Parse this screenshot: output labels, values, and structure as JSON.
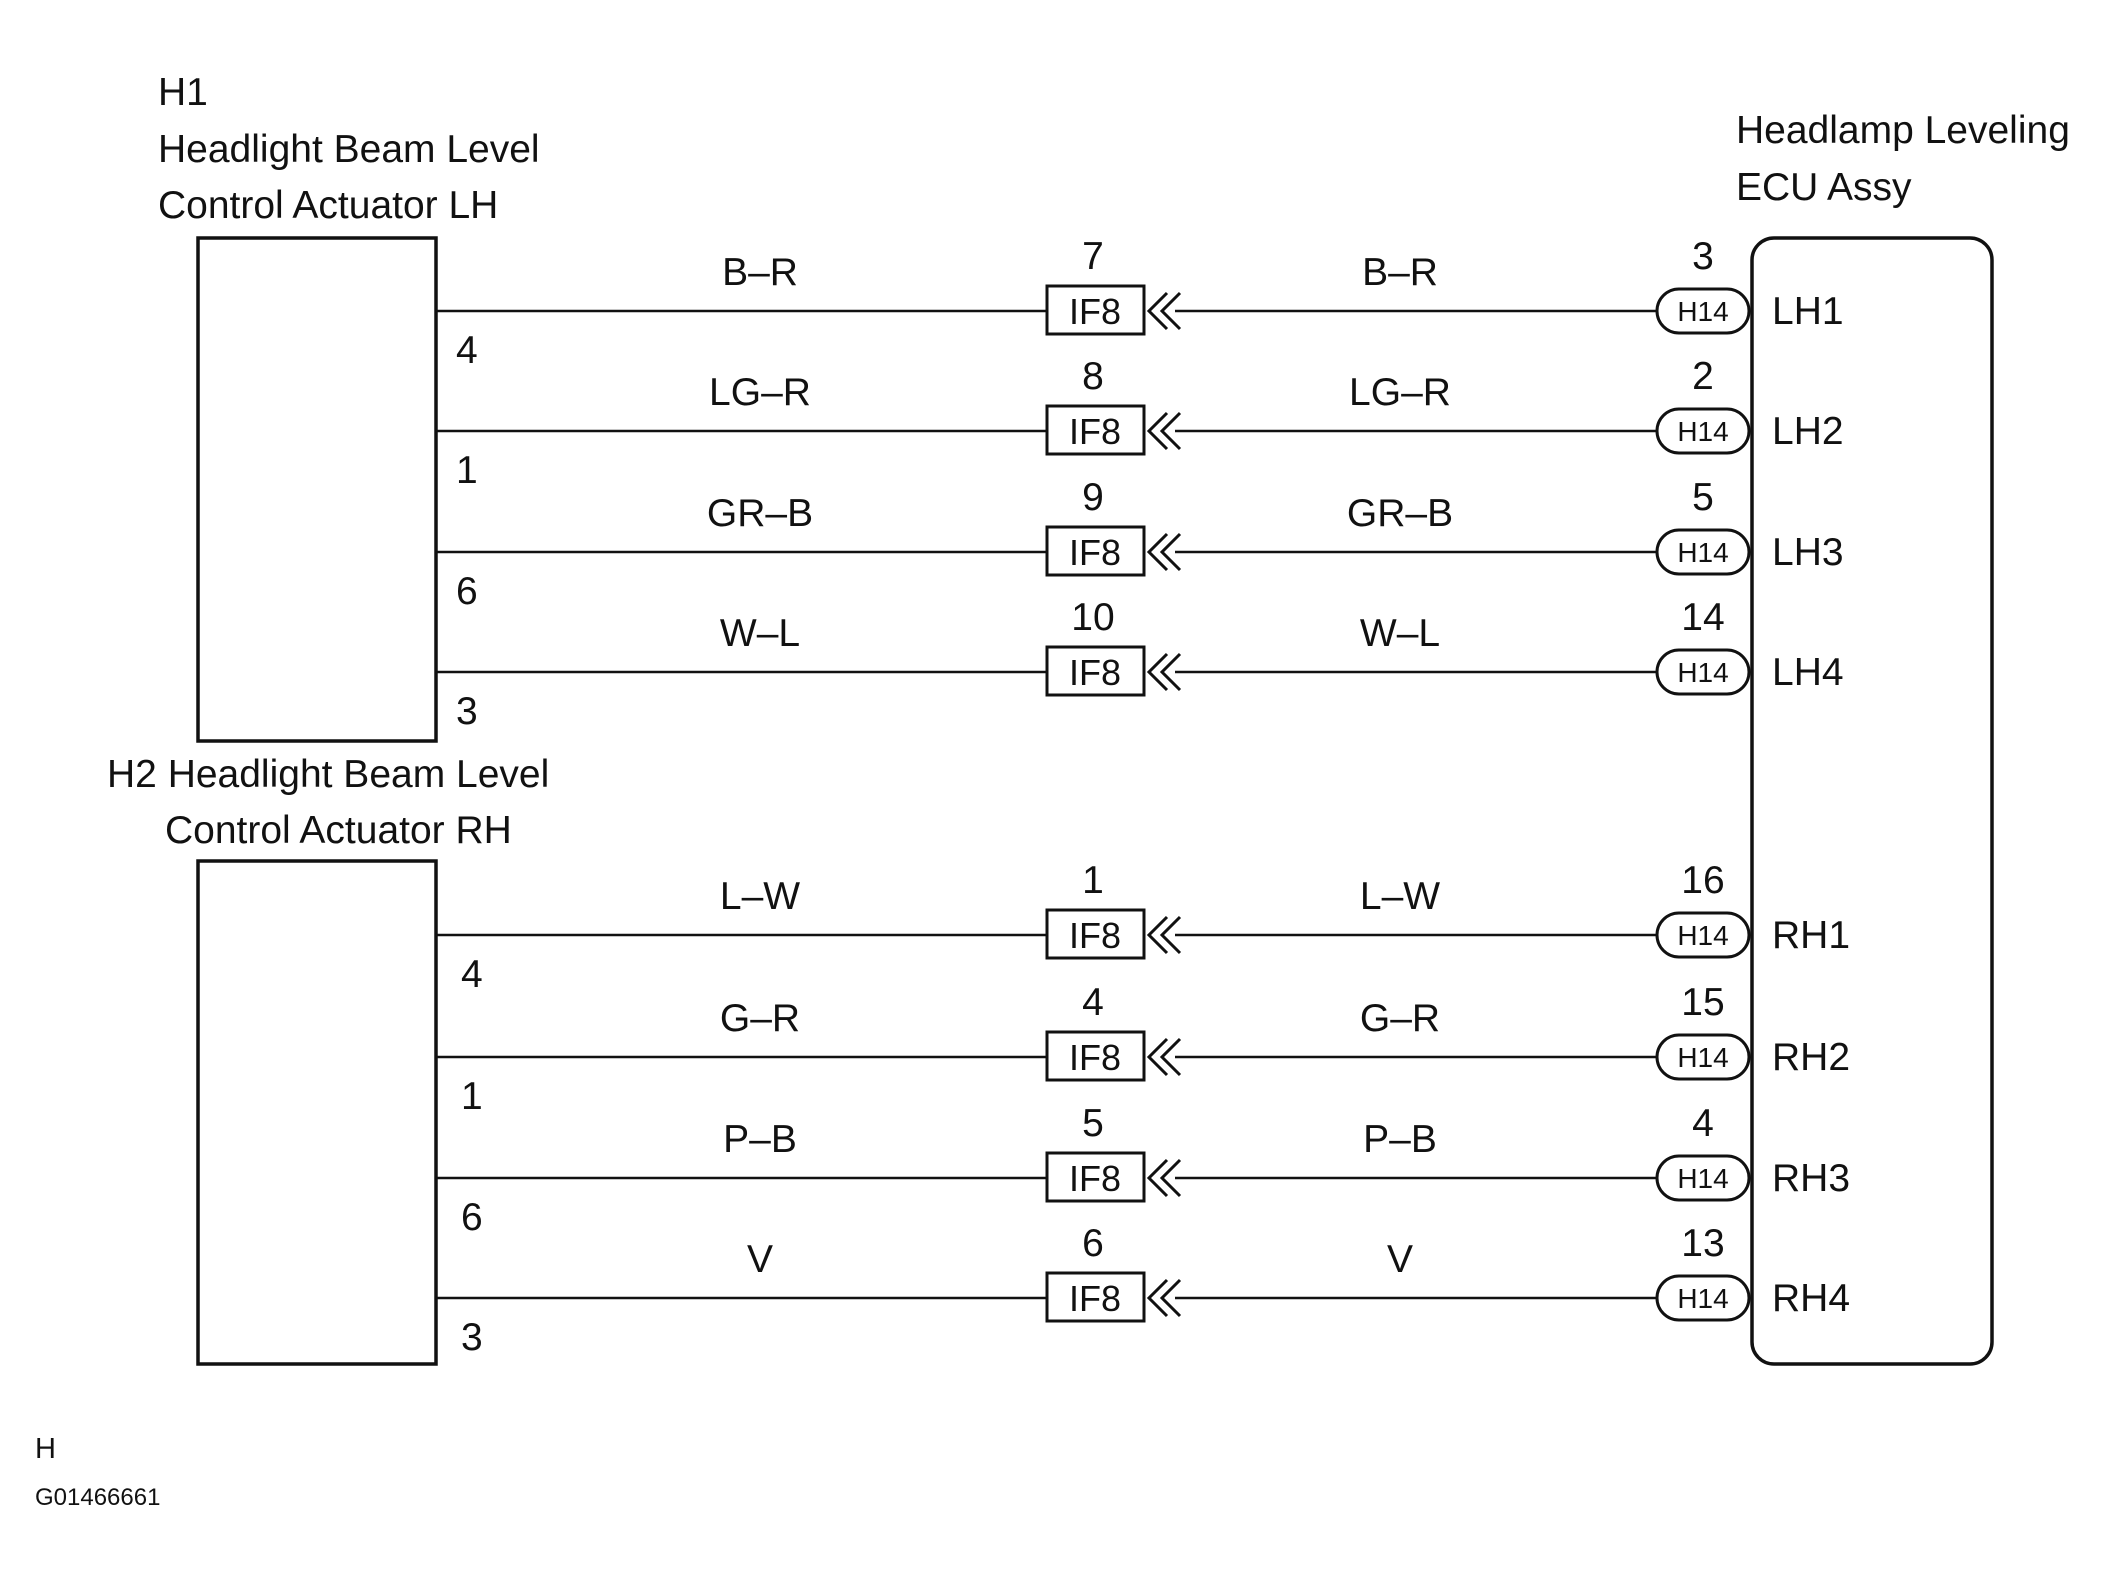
{
  "actuator_lh": {
    "code": "H1",
    "title_line1": "Headlight Beam Level",
    "title_line2": "Control Actuator LH",
    "pins": [
      "4",
      "1",
      "6",
      "3"
    ]
  },
  "actuator_rh": {
    "title_line1": "H2 Headlight Beam Level",
    "title_line2": "Control Actuator RH",
    "pins": [
      "4",
      "1",
      "6",
      "3"
    ]
  },
  "ecu": {
    "title_line1": "Headlamp Leveling",
    "title_line2": "ECU Assy"
  },
  "inline_connector_label": "IF8",
  "ecu_connector_label": "H14",
  "circuits": [
    {
      "wire_left": "B–R",
      "if8_pin": "7",
      "wire_right": "B–R",
      "h14_pin": "3",
      "ecu_terminal": "LH1"
    },
    {
      "wire_left": "LG–R",
      "if8_pin": "8",
      "wire_right": "LG–R",
      "h14_pin": "2",
      "ecu_terminal": "LH2"
    },
    {
      "wire_left": "GR–B",
      "if8_pin": "9",
      "wire_right": "GR–B",
      "h14_pin": "5",
      "ecu_terminal": "LH3"
    },
    {
      "wire_left": "W–L",
      "if8_pin": "10",
      "wire_right": "W–L",
      "h14_pin": "14",
      "ecu_terminal": "LH4"
    },
    {
      "wire_left": "L–W",
      "if8_pin": "1",
      "wire_right": "L–W",
      "h14_pin": "16",
      "ecu_terminal": "RH1"
    },
    {
      "wire_left": "G–R",
      "if8_pin": "4",
      "wire_right": "G–R",
      "h14_pin": "15",
      "ecu_terminal": "RH2"
    },
    {
      "wire_left": "P–B",
      "if8_pin": "5",
      "wire_right": "P–B",
      "h14_pin": "4",
      "ecu_terminal": "RH3"
    },
    {
      "wire_left": "V",
      "if8_pin": "6",
      "wire_right": "V",
      "h14_pin": "13",
      "ecu_terminal": "RH4"
    }
  ],
  "footer": {
    "letter": "H",
    "figure_code": "G01466661"
  }
}
